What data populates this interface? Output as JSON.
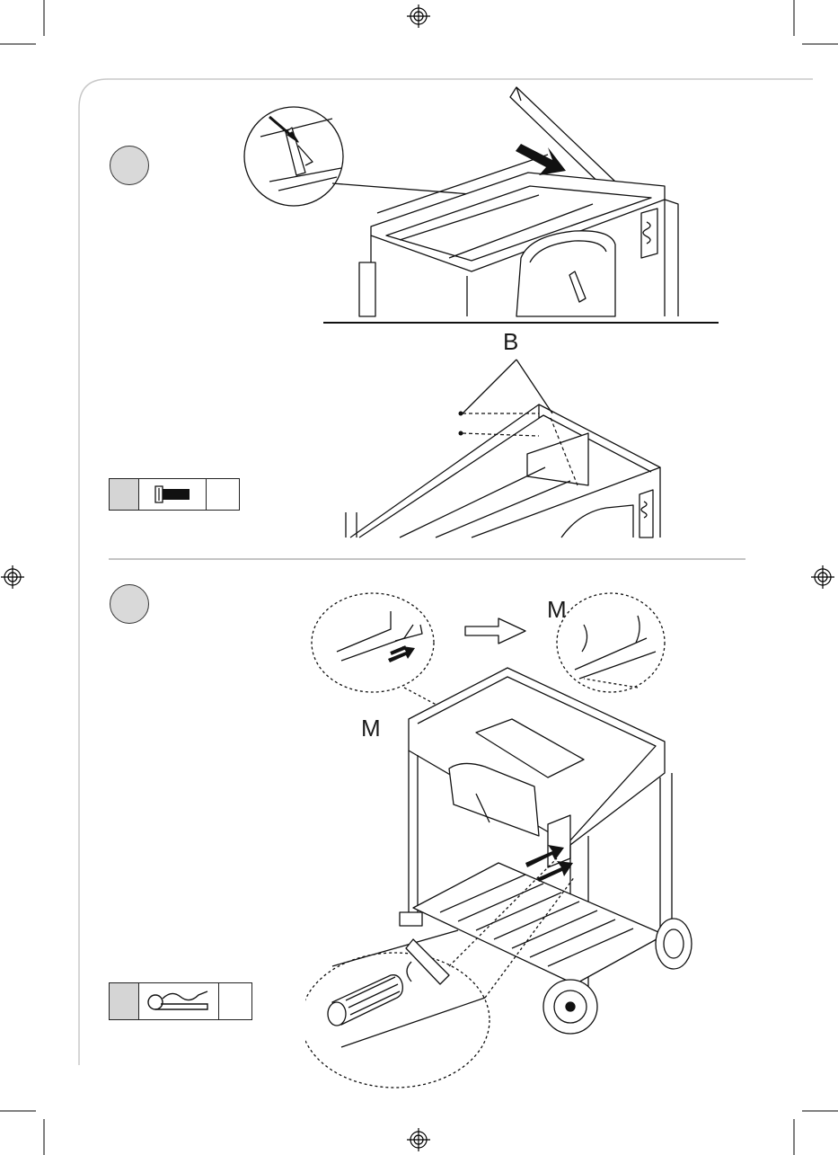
{
  "page": {
    "step_1": {
      "number": "",
      "label_B": "B",
      "part": {
        "icon": "bolt-icon",
        "quantity": ""
      }
    },
    "step_2": {
      "number": "",
      "label_M_left": "M",
      "label_M_right": "M",
      "part": {
        "icon": "r-pin-icon",
        "quantity": ""
      }
    }
  }
}
